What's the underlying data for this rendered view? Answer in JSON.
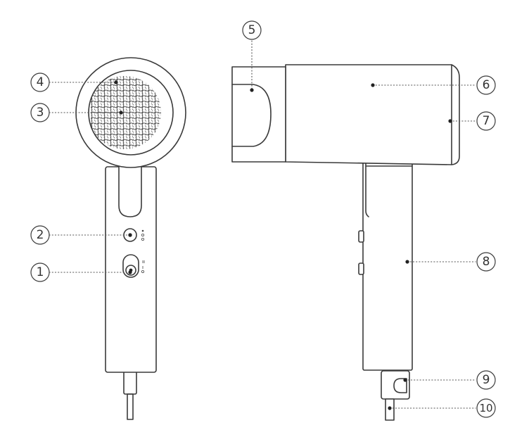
{
  "callouts": [
    {
      "number": "1",
      "part": "power-switch"
    },
    {
      "number": "2",
      "part": "mode-button"
    },
    {
      "number": "3",
      "part": "air-inlet-grille-center"
    },
    {
      "number": "4",
      "part": "air-inlet-grille"
    },
    {
      "number": "5",
      "part": "air-outlet-nozzle"
    },
    {
      "number": "6",
      "part": "dryer-body"
    },
    {
      "number": "7",
      "part": "rear-cap"
    },
    {
      "number": "8",
      "part": "handle"
    },
    {
      "number": "9",
      "part": "cord-hinge"
    },
    {
      "number": "10",
      "part": "power-cord"
    }
  ],
  "icon_names": {
    "mode": "snowflake-sun-icon",
    "switch": "power-levels-icon"
  },
  "colors": {
    "outline": "#3a3a3a",
    "background": "#ffffff"
  }
}
